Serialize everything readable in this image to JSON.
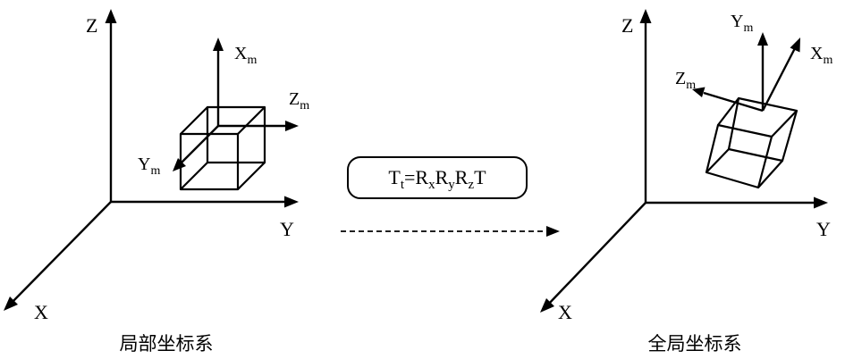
{
  "left_system": {
    "axes": {
      "z": "Z",
      "y": "Y",
      "x": "X"
    },
    "model_axes": {
      "xm": {
        "base": "X",
        "sub": "m"
      },
      "zm": {
        "base": "Z",
        "sub": "m"
      },
      "ym": {
        "base": "Y",
        "sub": "m"
      }
    },
    "caption": "局部坐标系"
  },
  "right_system": {
    "axes": {
      "z": "Z",
      "y": "Y",
      "x": "X"
    },
    "model_axes": {
      "xm": {
        "base": "X",
        "sub": "m"
      },
      "zm": {
        "base": "Z",
        "sub": "m"
      },
      "ym": {
        "base": "Y",
        "sub": "m"
      }
    },
    "caption": "全局坐标系"
  },
  "transform": {
    "t": "T",
    "t_sub": "t",
    "eq": "=R",
    "x_sub": "x",
    "r2": "R",
    "y_sub": "y",
    "r3": "R",
    "z_sub": "z",
    "tail": "T"
  }
}
